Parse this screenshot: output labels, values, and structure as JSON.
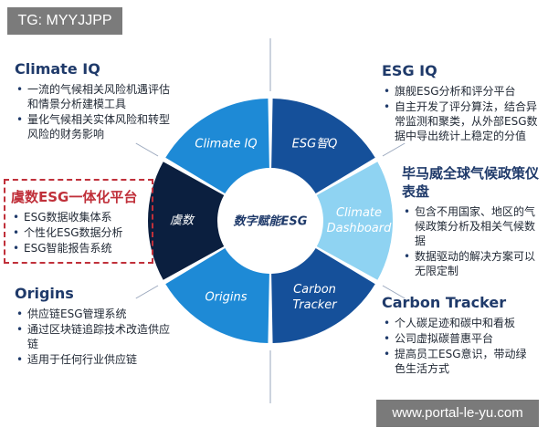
{
  "tg_badge": "TG: MYYJJPP",
  "watermark": "www.portal-le-yu.com",
  "center": {
    "label": "数字赋能ESG"
  },
  "segments": [
    {
      "id": "climate-iq",
      "label_lines": [
        "Climate IQ"
      ],
      "color": "#1e8ad6"
    },
    {
      "id": "esg-iq",
      "label_lines": [
        "ESG智Q"
      ],
      "color": "#15509a"
    },
    {
      "id": "climate-dashboard",
      "label_lines": [
        "Climate",
        "Dashboard"
      ],
      "color": "#8fd3f2"
    },
    {
      "id": "carbon-tracker",
      "label_lines": [
        "Carbon",
        "Tracker"
      ],
      "color": "#15509a"
    },
    {
      "id": "origins",
      "label_lines": [
        "Origins"
      ],
      "color": "#1e8ad6"
    },
    {
      "id": "yushu",
      "label_lines": [
        "虞数"
      ],
      "color": "#0b1f3f"
    }
  ],
  "blocks": {
    "climate_iq": {
      "title": "Climate IQ",
      "items": [
        "一流的气候相关风险机遇评估和情景分析建模工具",
        "量化气候相关实体风险和转型风险的财务影响"
      ]
    },
    "yushu": {
      "title": "虞数ESG一体化平台",
      "items": [
        "ESG数据收集体系",
        "个性化ESG数据分析",
        "ESG智能报告系统"
      ]
    },
    "origins": {
      "title": "Origins",
      "items": [
        "供应链ESG管理系统",
        "通过区块链追踪技术改造供应链",
        "适用于任何行业供应链"
      ]
    },
    "esg_iq": {
      "title": "ESG IQ",
      "items": [
        "旗舰ESG分析和评分平台",
        "自主开发了评分算法，结合异常监测和聚类，从外部ESG数据中导出统计上稳定的分值"
      ]
    },
    "dashboard": {
      "title": "毕马威全球气候政策仪表盘",
      "items": [
        "包含不用国家、地区的气候政策分析及相关气候数据",
        "数据驱动的解决方案可以无限定制"
      ]
    },
    "carbon_tracker": {
      "title": "Carbon Tracker",
      "items": [
        "个人碳足迹和碳中和看板",
        "公司虚拟碳普惠平台",
        "提高员工ESG意识，带动绿色生活方式"
      ]
    }
  },
  "colors": {
    "divider": "#9aa7bd",
    "center_fill": "#ffffff",
    "accent_red": "#c0303a"
  }
}
